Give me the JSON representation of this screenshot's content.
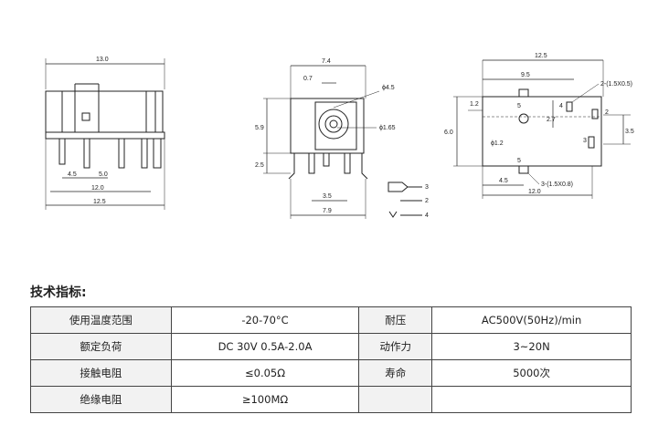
{
  "drawing": {
    "view1": {
      "dims": {
        "total_top": "13.0",
        "w_bottom": "12.5",
        "w_mid": "12.0",
        "p1": "4.5",
        "p2": "5.0"
      }
    },
    "view2": {
      "dims": {
        "top": "7.4",
        "inner": "0.7",
        "d_large": "ϕ4.5",
        "d_small": "ϕ1.65",
        "h_top": "5.9",
        "h_bottom": "2.5",
        "pitch": "3.5",
        "bottom": "7.9"
      },
      "pins": [
        "3",
        "2",
        "4"
      ]
    },
    "view3": {
      "dims": {
        "top": "12.5",
        "mid": "9.5",
        "left_small": "1.2",
        "vert_left": "6.0",
        "hole_v": "2.7",
        "right": "3.5",
        "hole_d": "ϕ1.2",
        "b1": "4.5",
        "b2": "12.0",
        "note_top": "2-(1.5X0.5)",
        "note_bottom": "3-(1.5X0.8)"
      },
      "pins": [
        "5",
        "4",
        "2",
        "3",
        "5"
      ]
    }
  },
  "specs": {
    "title": "技术指标:",
    "rows": [
      {
        "l1": "使用温度范围",
        "v1": "-20-70°C",
        "l2": "耐压",
        "v2": "AC500V(50Hz)/min"
      },
      {
        "l1": "额定负荷",
        "v1": "DC 30V 0.5A-2.0A",
        "l2": "动作力",
        "v2": "3~20N"
      },
      {
        "l1": "接触电阻",
        "v1": "≤0.05Ω",
        "l2": "寿命",
        "v2": "5000次"
      },
      {
        "l1": "绝缘电阻",
        "v1": "≥100MΩ",
        "l2": "",
        "v2": ""
      }
    ]
  }
}
